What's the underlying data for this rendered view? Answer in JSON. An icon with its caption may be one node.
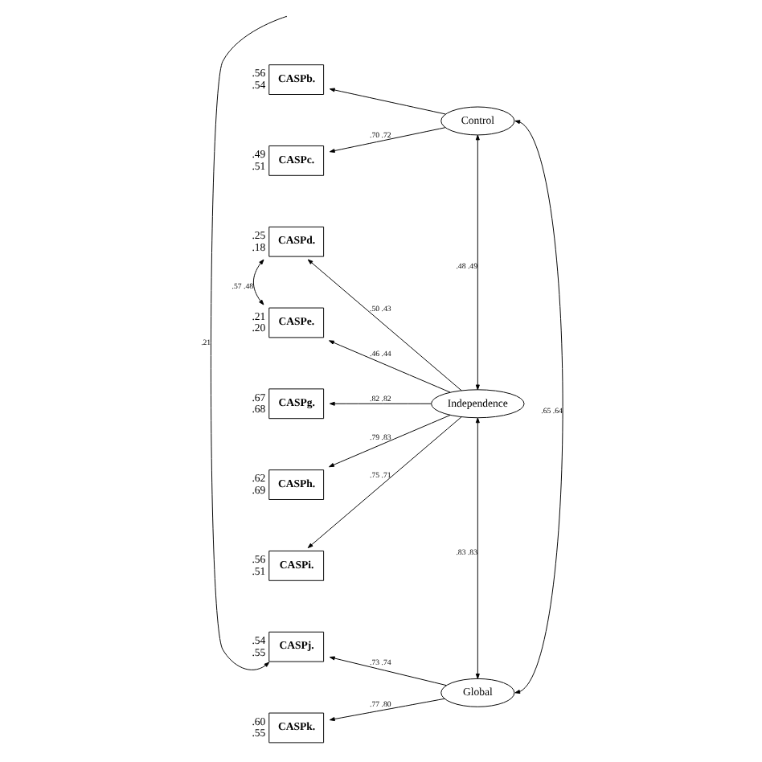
{
  "diagram": {
    "nodes": [
      {
        "text": [
          "Control"
        ]
      },
      {
        "text": [
          "CASPb."
        ],
        "beside": [
          ".56",
          ".54"
        ]
      },
      {
        "text": [
          "CASPc."
        ],
        "beside": [
          ".49",
          ".51"
        ]
      },
      {
        "text": [
          "CASPd."
        ],
        "beside": [
          ".25",
          ".18"
        ]
      },
      {
        "text": [
          "CASPe."
        ],
        "beside": [
          ".21",
          ".20"
        ]
      },
      {
        "text": [
          "CASPg."
        ],
        "beside": [
          ".67",
          ".68"
        ]
      },
      {
        "text": [
          "CASPh."
        ],
        "beside": [
          ".62",
          ".69"
        ]
      },
      {
        "text": [
          "CASPi."
        ],
        "beside": [
          ".56",
          ".51"
        ]
      },
      {
        "text": [
          "Independence"
        ]
      },
      {
        "text": [
          "CASPj."
        ],
        "beside": [
          ".54",
          ".55"
        ]
      },
      {
        "text": [
          "CASPk."
        ],
        "beside": [
          ".60",
          ".55"
        ]
      },
      {
        "text": [
          "Global"
        ]
      }
    ],
    "edges": [
      {
        "from": 0,
        "to": 1,
        "arrow": "to"
      },
      {
        "from": 0,
        "to": 2,
        "label": ".70 .72",
        "arrow": "to"
      },
      {
        "from": 8,
        "to": 3,
        "label": ".50 .43",
        "arrow": "to"
      },
      {
        "from": 8,
        "to": 4,
        "label": ".46 .44",
        "arrow": "to"
      },
      {
        "from": 8,
        "to": 5,
        "label": ".82 .82",
        "arrow": "to"
      },
      {
        "from": 8,
        "to": 6,
        "label": ".79 .83",
        "arrow": "to"
      },
      {
        "from": 8,
        "to": 7,
        "label": ".75 .71",
        "arrow": "to"
      },
      {
        "from": 11,
        "to": 9,
        "label": ".73 .74",
        "arrow": "to"
      },
      {
        "from": 11,
        "to": 10,
        "label": ".77 .80",
        "arrow": "to"
      },
      {
        "from": 3,
        "to": 4,
        "label": ".57 .48",
        "arrow": "both"
      },
      {
        "from": null,
        "to": 9,
        "label": ".21",
        "arrow": "to"
      },
      {
        "from": 0,
        "to": 8,
        "label": ".48 .49",
        "arrow": "both"
      },
      {
        "from": 0,
        "to": 11,
        "label": ".65 .64",
        "arrow": "both"
      },
      {
        "from": 8,
        "to": 11,
        "label": ".83 .83",
        "arrow": "both"
      }
    ]
  }
}
